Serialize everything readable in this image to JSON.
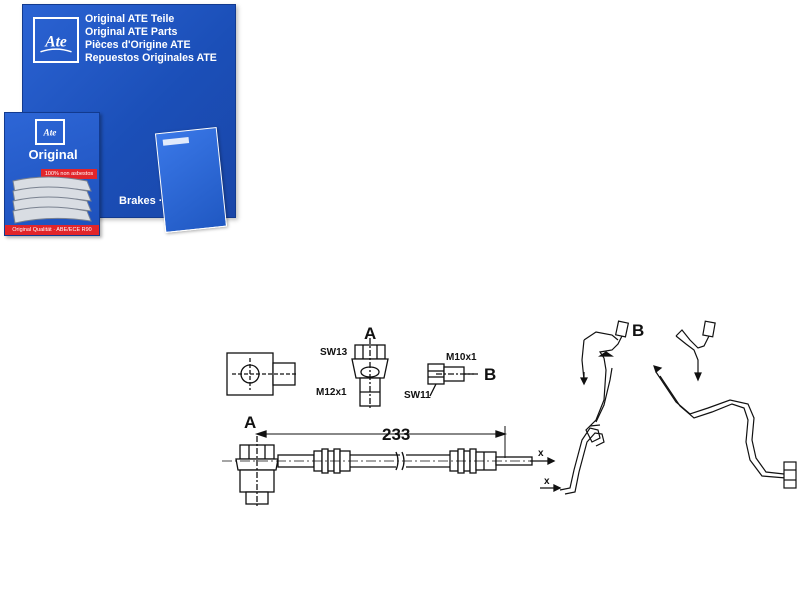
{
  "product_box": {
    "lines": [
      "Original ATE Teile",
      "Original ATE Parts",
      "Pièces d'Origine ATE",
      "Repuestos Originales ATE"
    ],
    "brakes_text": "Brakes · Frei",
    "small_box": {
      "label": "Original",
      "strip_text": "100% non asbestos",
      "bottom_text": "Original Qualität · ABE/ECE R90"
    },
    "brand_color": "#1f55c0",
    "logo_icon": "ate-logo-icon"
  },
  "diagram": {
    "label_a_top": "A",
    "label_a_main": "A",
    "label_b_fitting": "B",
    "label_b_route": "B",
    "sw13": "SW13",
    "m12x1": "M12x1",
    "m10x1": "M10x1",
    "sw11": "SW11",
    "length": "233",
    "axis_x_1": "x",
    "axis_x_2": "x"
  }
}
